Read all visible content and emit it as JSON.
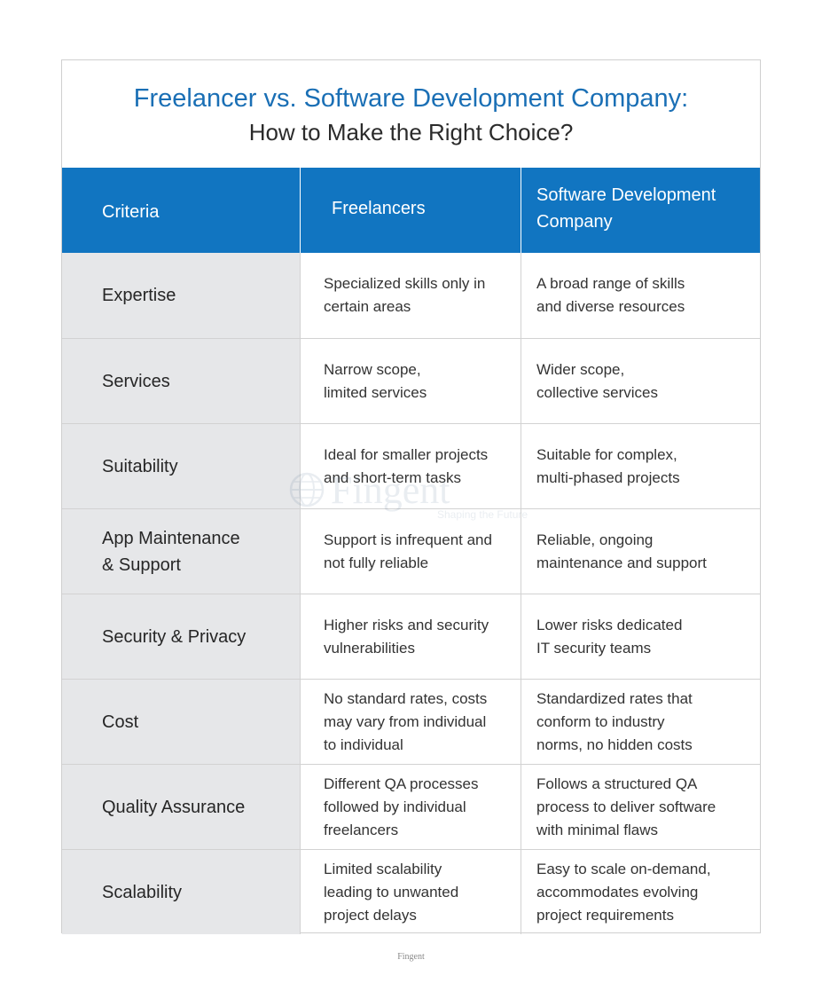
{
  "title": {
    "line1": "Freelancer vs. Software Development Company:",
    "line2": "How to Make the Right Choice?"
  },
  "table": {
    "headers": {
      "criteria": "Criteria",
      "freelancers": "Freelancers",
      "company": "Software Development\nCompany"
    },
    "rows": [
      {
        "criteria": "Expertise",
        "freelancers": "Specialized skills only in\ncertain areas",
        "company": "A broad range of skills\nand diverse resources"
      },
      {
        "criteria": "Services",
        "freelancers": "Narrow scope,\nlimited services",
        "company": "Wider scope,\ncollective services"
      },
      {
        "criteria": "Suitability",
        "freelancers": "Ideal for smaller projects\nand short-term tasks",
        "company": "Suitable for complex,\nmulti-phased projects"
      },
      {
        "criteria": "App Maintenance\n& Support",
        "freelancers": "Support is infrequent and\nnot fully reliable",
        "company": "Reliable, ongoing\nmaintenance and support"
      },
      {
        "criteria": "Security & Privacy",
        "freelancers": "Higher risks and security\nvulnerabilities",
        "company": "Lower risks dedicated\nIT security teams"
      },
      {
        "criteria": "Cost",
        "freelancers": "No standard rates, costs\nmay vary from individual\nto individual",
        "company": "Standardized rates that\nconform to industry\nnorms, no hidden costs"
      },
      {
        "criteria": "Quality Assurance",
        "freelancers": "Different QA processes\nfollowed by individual\nfreelancers",
        "company": "Follows a structured QA\nprocess to deliver software\nwith minimal flaws"
      },
      {
        "criteria": "Scalability",
        "freelancers": "Limited scalability\nleading to unwanted\nproject delays",
        "company": "Easy to scale on-demand,\naccommodates evolving\nproject requirements"
      }
    ]
  },
  "watermark": {
    "brand": "Fingent",
    "tagline": "Shaping the Future"
  },
  "footer": {
    "text": "Fingent"
  },
  "colors": {
    "accent": "#1175c1",
    "title_blue": "#1a6fb5",
    "criteria_bg": "#e6e7e9"
  },
  "icons": {
    "watermark_logo": "globe-icon"
  }
}
